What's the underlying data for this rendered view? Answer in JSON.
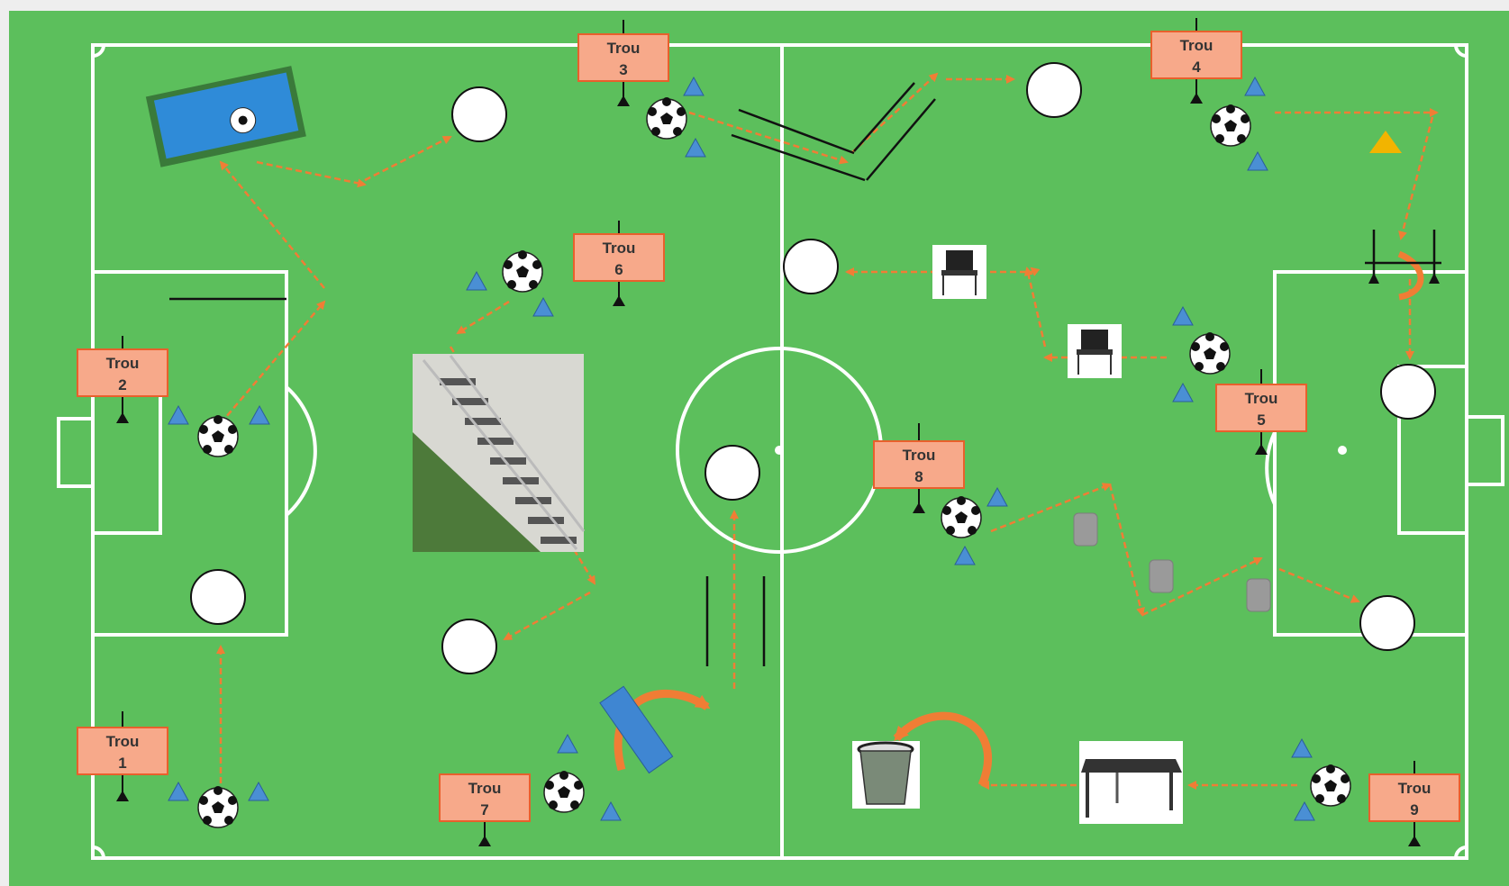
{
  "colors": {
    "field": "#5cbf5c",
    "field_border": "#4aa84a",
    "lines": "#ffffff",
    "arrow": "#f07d35",
    "label_fill": "#f7a98a",
    "label_stroke": "#e8602c",
    "cone": "#4a8fd4",
    "cone_yellow": "#f2b400",
    "bucket": "#9a9a9a"
  },
  "holes": [
    {
      "id": "1",
      "line1": "Trou",
      "line2": "1"
    },
    {
      "id": "2",
      "line1": "Trou",
      "line2": "2"
    },
    {
      "id": "3",
      "line1": "Trou",
      "line2": "3"
    },
    {
      "id": "4",
      "line1": "Trou",
      "line2": "4"
    },
    {
      "id": "5",
      "line1": "Trou",
      "line2": "5"
    },
    {
      "id": "6",
      "line1": "Trou",
      "line2": "6"
    },
    {
      "id": "7",
      "line1": "Trou",
      "line2": "7"
    },
    {
      "id": "8",
      "line1": "Trou",
      "line2": "8"
    },
    {
      "id": "9",
      "line1": "Trou",
      "line2": "9"
    }
  ],
  "obstacles": [
    {
      "name": "mini-goal",
      "icon": "mini-goal-photo"
    },
    {
      "name": "stairs",
      "icon": "stairs-photo"
    },
    {
      "name": "chair",
      "icon": "chair-icon"
    },
    {
      "name": "table",
      "icon": "table-icon"
    },
    {
      "name": "bin",
      "icon": "trash-bin-icon"
    },
    {
      "name": "bench",
      "icon": "bench-icon"
    },
    {
      "name": "hurdle",
      "icon": "hurdle-icon"
    },
    {
      "name": "cone",
      "icon": "cone-icon"
    },
    {
      "name": "target-hole",
      "icon": "target-circle-icon"
    },
    {
      "name": "ball",
      "icon": "soccer-ball-icon"
    }
  ]
}
